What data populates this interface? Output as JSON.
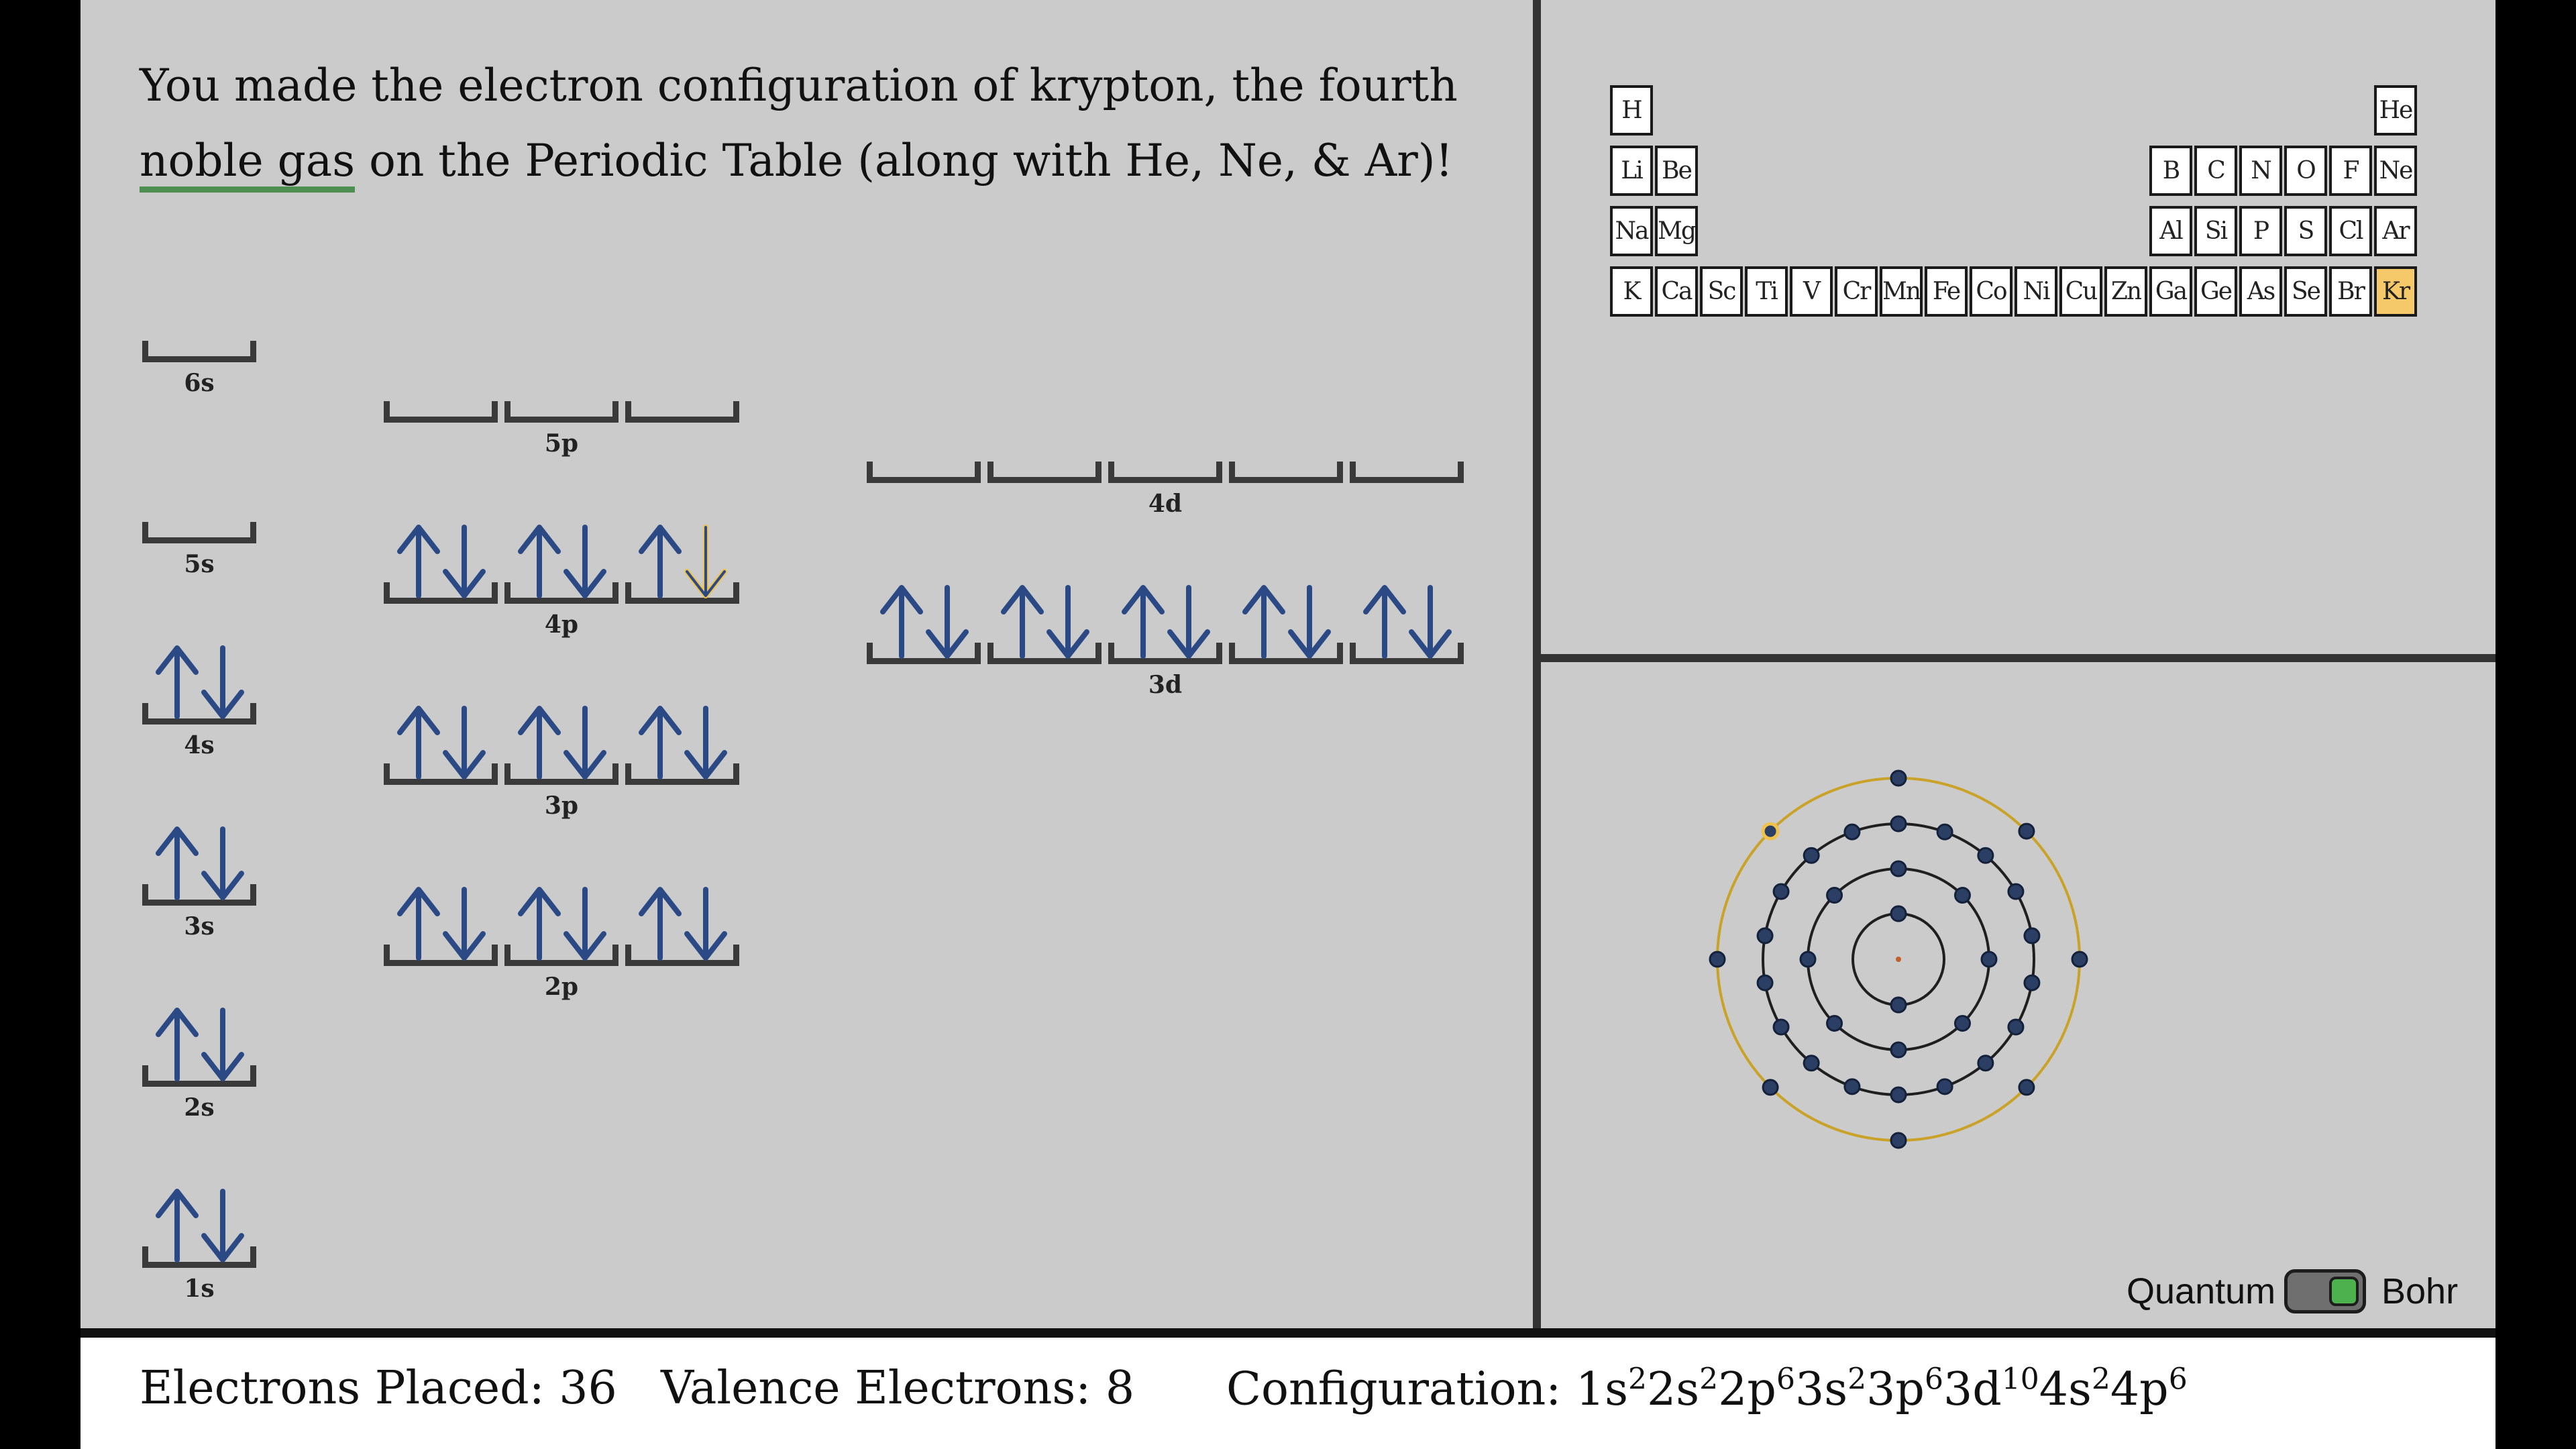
{
  "message": {
    "before": "You made the electron configuration of krypton, the fourth",
    "link": "noble gas",
    "after": " on the Periodic Table (along with He, Ne, & Ar)!"
  },
  "orbitals": [
    {
      "id": "1s",
      "label": "1s",
      "electrons": [
        [
          "up",
          "down"
        ]
      ]
    },
    {
      "id": "2s",
      "label": "2s",
      "electrons": [
        [
          "up",
          "down"
        ]
      ]
    },
    {
      "id": "3s",
      "label": "3s",
      "electrons": [
        [
          "up",
          "down"
        ]
      ]
    },
    {
      "id": "4s",
      "label": "4s",
      "electrons": [
        [
          "up",
          "down"
        ]
      ]
    },
    {
      "id": "5s",
      "label": "5s",
      "electrons": [
        []
      ]
    },
    {
      "id": "6s",
      "label": "6s",
      "electrons": [
        []
      ]
    },
    {
      "id": "2p",
      "label": "2p",
      "electrons": [
        [
          "up",
          "down"
        ],
        [
          "up",
          "down"
        ],
        [
          "up",
          "down"
        ]
      ]
    },
    {
      "id": "3p",
      "label": "3p",
      "electrons": [
        [
          "up",
          "down"
        ],
        [
          "up",
          "down"
        ],
        [
          "up",
          "down"
        ]
      ]
    },
    {
      "id": "4p",
      "label": "4p",
      "electrons": [
        [
          "up",
          "down"
        ],
        [
          "up",
          "down"
        ],
        [
          "up",
          "down-highlight"
        ]
      ]
    },
    {
      "id": "5p",
      "label": "5p",
      "electrons": [
        [],
        [],
        []
      ]
    },
    {
      "id": "3d",
      "label": "3d",
      "electrons": [
        [
          "up",
          "down"
        ],
        [
          "up",
          "down"
        ],
        [
          "up",
          "down"
        ],
        [
          "up",
          "down"
        ],
        [
          "up",
          "down"
        ]
      ]
    },
    {
      "id": "4d",
      "label": "4d",
      "electrons": [
        [],
        [],
        [],
        [],
        []
      ]
    }
  ],
  "periodic_table": {
    "row1": [
      "H",
      "He"
    ],
    "row2": [
      "Li",
      "Be",
      "B",
      "C",
      "N",
      "O",
      "F",
      "Ne"
    ],
    "row3": [
      "Na",
      "Mg",
      "Al",
      "Si",
      "P",
      "S",
      "Cl",
      "Ar"
    ],
    "row4": [
      "K",
      "Ca",
      "Sc",
      "Ti",
      "V",
      "Cr",
      "Mn",
      "Fe",
      "Co",
      "Ni",
      "Cu",
      "Zn",
      "Ga",
      "Ge",
      "As",
      "Se",
      "Br",
      "Kr"
    ],
    "highlighted": "Kr"
  },
  "bohr_model": {
    "shells": [
      2,
      8,
      18,
      8
    ],
    "outer_shell_color": "#c9a227",
    "highlighted_electron_index": 7
  },
  "toggle": {
    "left_label": "Quantum",
    "right_label": "Bohr",
    "state": "Bohr"
  },
  "footer": {
    "electrons_placed": "Electrons Placed: 36",
    "valence": "Valence Electrons: 8",
    "config_label": "Configuration: ",
    "config": [
      [
        "1s",
        "2"
      ],
      [
        "2s",
        "2"
      ],
      [
        "2p",
        "6"
      ],
      [
        "3s",
        "2"
      ],
      [
        "3p",
        "6"
      ],
      [
        "3d",
        "10"
      ],
      [
        "4s",
        "2"
      ],
      [
        "4p",
        "6"
      ]
    ]
  },
  "colors": {
    "background": "#cbcbcb",
    "arrow": "#2b4a85",
    "highlight_arrow": "#f0c14b",
    "highlight_element": "#f5c96a",
    "underline": "#4e8f52",
    "toggle_on": "#4db14d"
  }
}
